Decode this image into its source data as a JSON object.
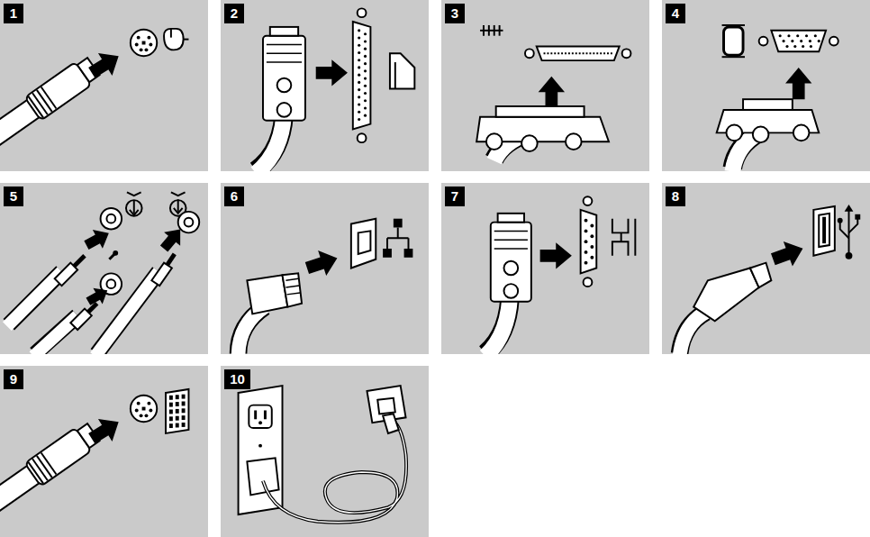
{
  "diagram": {
    "nodes": [
      {
        "text": [
          "1"
        ]
      },
      {
        "text": [
          "2"
        ]
      },
      {
        "text": [
          "3"
        ]
      },
      {
        "text": [
          "4"
        ]
      },
      {
        "text": [
          "5"
        ]
      },
      {
        "text": [
          "6"
        ]
      },
      {
        "text": [
          "7"
        ]
      },
      {
        "text": [
          "8"
        ]
      },
      {
        "text": [
          "9"
        ]
      },
      {
        "text": [
          "10"
        ]
      }
    ]
  }
}
